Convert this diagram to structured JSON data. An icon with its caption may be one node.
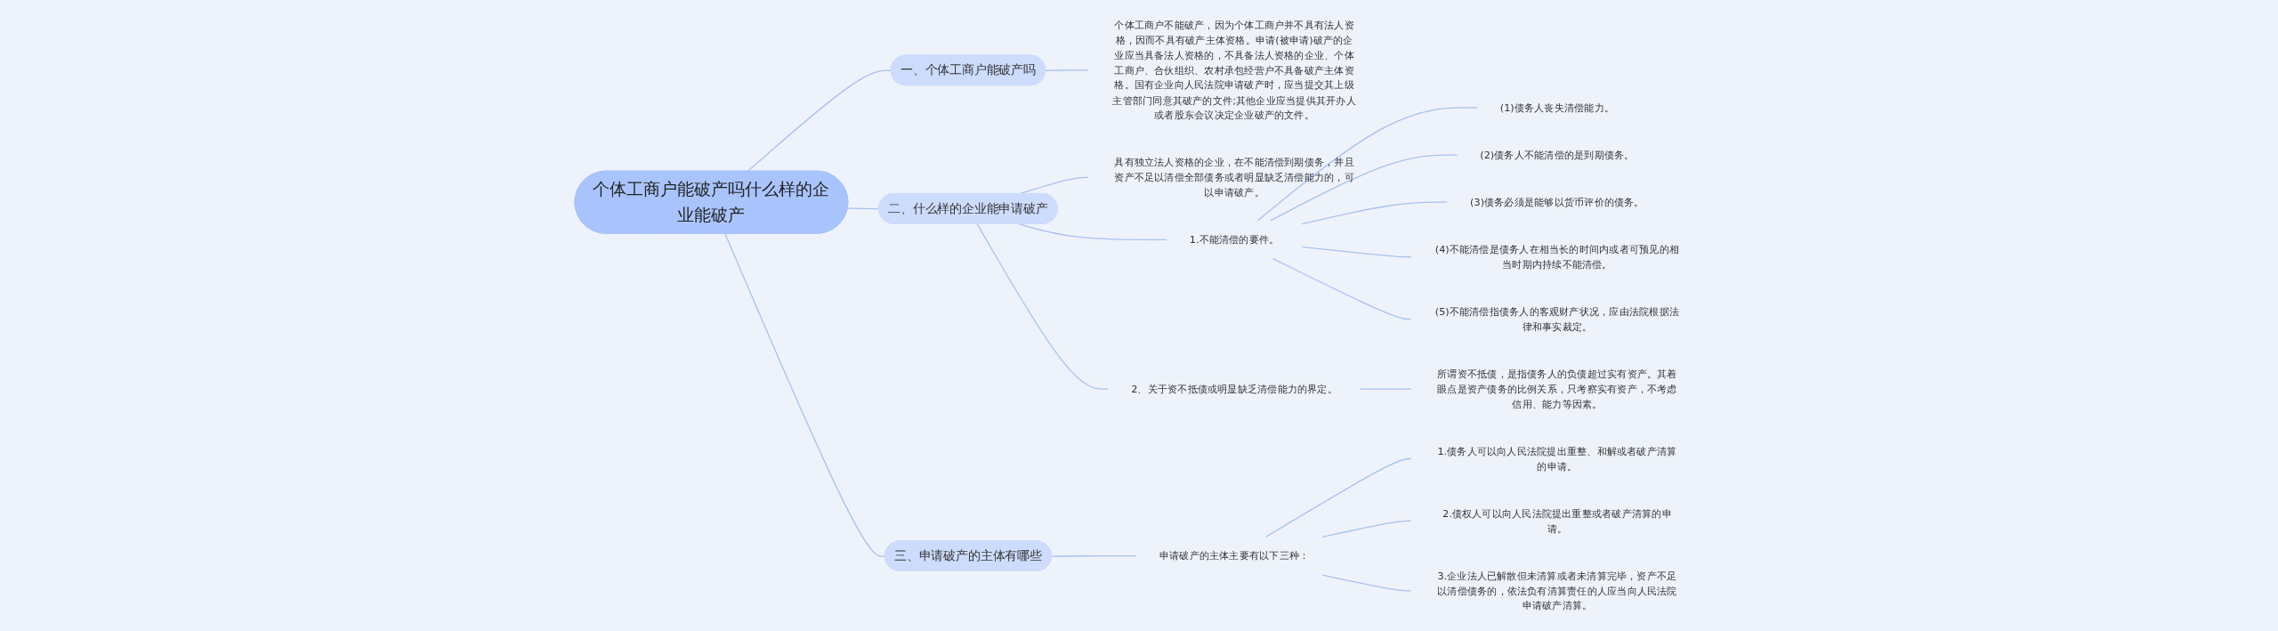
{
  "diagram": {
    "nodes": [
      {
        "text": [
          "个体工商户能破产吗什么样的企业能破产"
        ]
      },
      {
        "text": [
          "一、个体工商户能破产吗"
        ]
      },
      {
        "text": [
          "个体工商户不能破产，因为个体工商户并不具有法人资格，因而不具有破产主体资格。申请(被申请)破产的企业应当具备法人资格的，不具备法人资格的企业、个体工商户、合伙组织、农村承包经营户不具备破产主体资格。国有企业向人民法院申请破产时，应当提交其上级主管部门同意其破产的文件;其他企业应当提供其开办人或者股东会议决定企业破产的文件。"
        ]
      },
      {
        "text": [
          "二、什么样的企业能申请破产"
        ]
      },
      {
        "text": [
          "具有独立法人资格的企业，在不能清偿到期债务，并且资产不足以清偿全部债务或者明显缺乏清偿能力的，可以申请破产。"
        ]
      },
      {
        "text": [
          "1.不能清偿的要件。"
        ]
      },
      {
        "text": [
          "(1)债务人丧失清偿能力。"
        ]
      },
      {
        "text": [
          "(2)债务人不能清偿的是到期债务。"
        ]
      },
      {
        "text": [
          "(3)债务必须是能够以货币评价的债务。"
        ]
      },
      {
        "text": [
          "(4)不能清偿是债务人在相当长的时间内或者可预见的相当时期内持续不能清偿。"
        ]
      },
      {
        "text": [
          "(5)不能清偿指债务人的客观财产状况，应由法院根据法律和事实裁定。"
        ]
      },
      {
        "text": [
          "2、关于资不抵债或明显缺乏清偿能力的界定。"
        ]
      },
      {
        "text": [
          "所谓资不抵债，是指债务人的负债超过实有资产。其着眼点是资产债务的比例关系，只考察实有资产，不考虑信用、能力等因素。"
        ]
      },
      {
        "text": [
          "三、申请破产的主体有哪些"
        ]
      },
      {
        "text": [
          "申请破产的主体主要有以下三种："
        ]
      },
      {
        "text": [
          "1.债务人可以向人民法院提出重整、和解或者破产清算的申请。"
        ]
      },
      {
        "text": [
          "2.债权人可以向人民法院提出重整或者破产清算的申请。"
        ]
      },
      {
        "text": [
          "3.企业法人已解散但未清算或者未清算完毕，资产不足以清偿债务的，依法负有清算责任的人应当向人民法院申请破产清算。"
        ]
      }
    ],
    "edges": [
      {
        "from": 0,
        "to": 1,
        "arrow": "none"
      },
      {
        "from": 1,
        "to": 2,
        "arrow": "none"
      },
      {
        "from": 0,
        "to": 3,
        "arrow": "none"
      },
      {
        "from": 3,
        "to": 4,
        "arrow": "none"
      },
      {
        "from": 3,
        "to": 5,
        "arrow": "none"
      },
      {
        "from": 5,
        "to": 6,
        "arrow": "none"
      },
      {
        "from": 5,
        "to": 7,
        "arrow": "none"
      },
      {
        "from": 5,
        "to": 8,
        "arrow": "none"
      },
      {
        "from": 5,
        "to": 9,
        "arrow": "none"
      },
      {
        "from": 5,
        "to": 10,
        "arrow": "none"
      },
      {
        "from": 3,
        "to": 11,
        "arrow": "none"
      },
      {
        "from": 11,
        "to": 12,
        "arrow": "none"
      },
      {
        "from": 0,
        "to": 13,
        "arrow": "none"
      },
      {
        "from": 13,
        "to": 14,
        "arrow": "none"
      },
      {
        "from": 14,
        "to": 15,
        "arrow": "none"
      },
      {
        "from": 14,
        "to": 16,
        "arrow": "none"
      },
      {
        "from": 14,
        "to": 17,
        "arrow": "none"
      }
    ]
  }
}
